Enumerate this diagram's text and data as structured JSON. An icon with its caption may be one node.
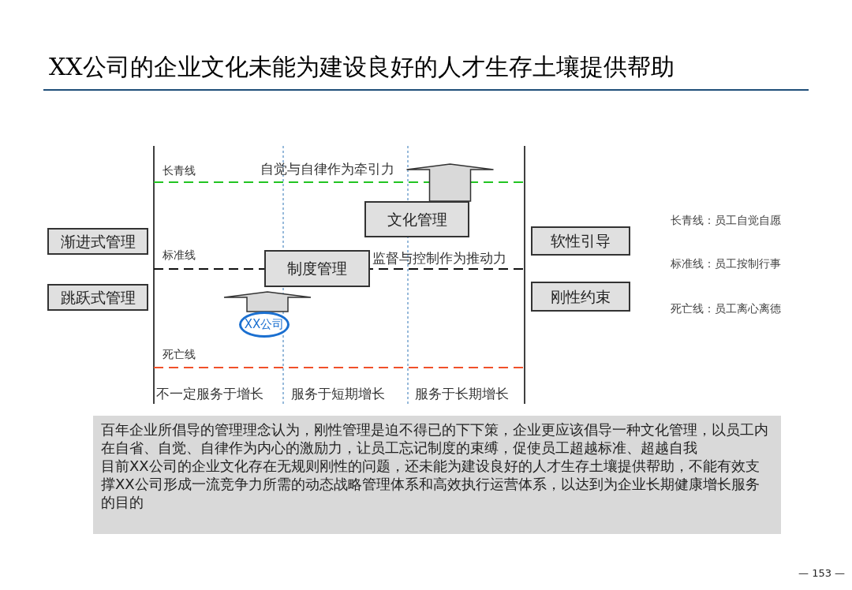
{
  "diagram": {
    "title": "XX公司的企业文化未能为建设良好的人才生存土壤提供帮助",
    "nodes": [
      {
        "text": [
          "渐进式管理"
        ]
      },
      {
        "text": [
          "跳跃式管理"
        ]
      },
      {
        "text": [
          "文化管理"
        ]
      },
      {
        "text": [
          "制度管理"
        ]
      },
      {
        "text": [
          "软性引导"
        ]
      },
      {
        "text": [
          "刚性约束"
        ]
      },
      {
        "text": [
          "XX公司"
        ]
      },
      {
        "text": [
          "百年企业所倡导的管理理念认为，刚性管理是迫不得已的下下策，企业更应该倡导一种文化管理，以员工内在自省、自觉、自律作为内心的激励力，让员工忘记制度的束缚，促使员工超越标准、超越自我",
          "目前XX公司的企业文化存在无规则刚性的问题，还未能为建设良好的人才生存土壤提供帮助，不能有效支撑XX公司形成一流竞争力所需的动态战略管理体系和高效执行运营体系，以达到为企业长期健康增长服务的目的"
        ]
      }
    ],
    "edges": [
      {
        "from": 6,
        "to": 3,
        "arrow": "to"
      },
      {
        "from": 2,
        "to": null,
        "arrow": "to"
      }
    ],
    "labels": [
      "长青线",
      "自觉与自律作为牵引力",
      "长青线：员工自觉自愿",
      "标准线",
      "监督与控制作为推动力",
      "标准线：员工按制行事",
      "死亡线：员工离心离德",
      "死亡线",
      "不一定服务于增长",
      "服务于短期增长",
      "服务于长期增长",
      "— 153 —"
    ]
  }
}
